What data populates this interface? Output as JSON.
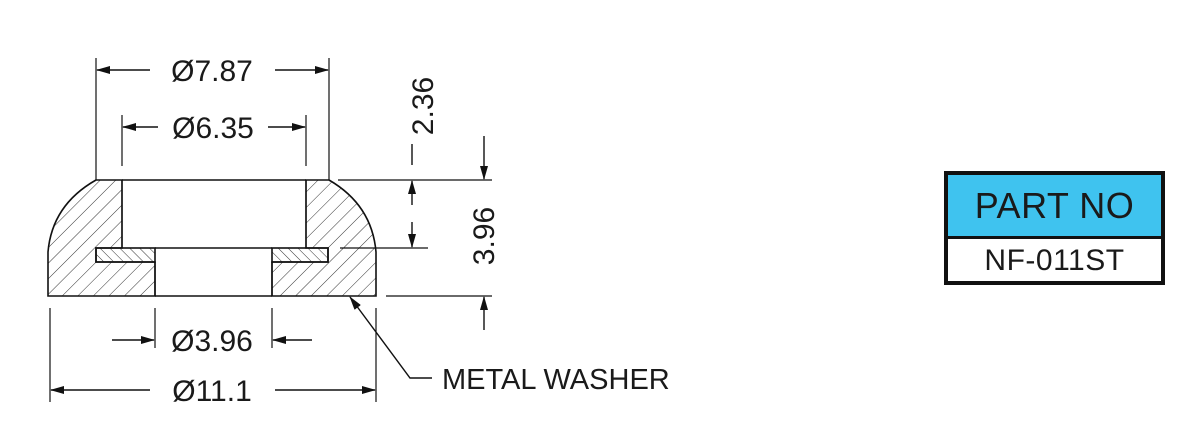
{
  "dimensions": {
    "outer_top_dia": "Ø7.87",
    "inner_top_dia": "Ø6.35",
    "top_height": "2.36",
    "total_height": "3.96",
    "bore_dia": "Ø3.96",
    "base_dia": "Ø11.1"
  },
  "callout": {
    "washer_label": "METAL WASHER"
  },
  "part_box": {
    "header": "PART NO",
    "value": "NF-011ST",
    "header_color": "#3fc3ef",
    "border_color": "#111111"
  }
}
